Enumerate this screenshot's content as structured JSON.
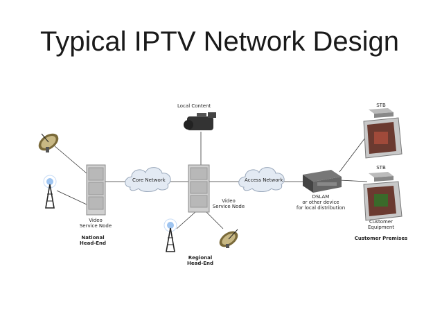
{
  "title": "Typical IPTV Network Design",
  "nodes": {
    "local_content": "Local Content",
    "core_network": "Core Network",
    "access_network": "Access Network",
    "video_service_node_left": "Video\nService Node",
    "video_service_node_center": "Video\nService Node",
    "national_head_end": "National\nHead-End",
    "regional_head_end": "Regional\nHead-End",
    "dslam": "DSLAM\nor other device\nfor local distribution",
    "stb_top": "STB",
    "stb_bottom": "STB",
    "customer_equipment": "Customer\nEquipment",
    "customer_premises": "Customer Premises"
  }
}
